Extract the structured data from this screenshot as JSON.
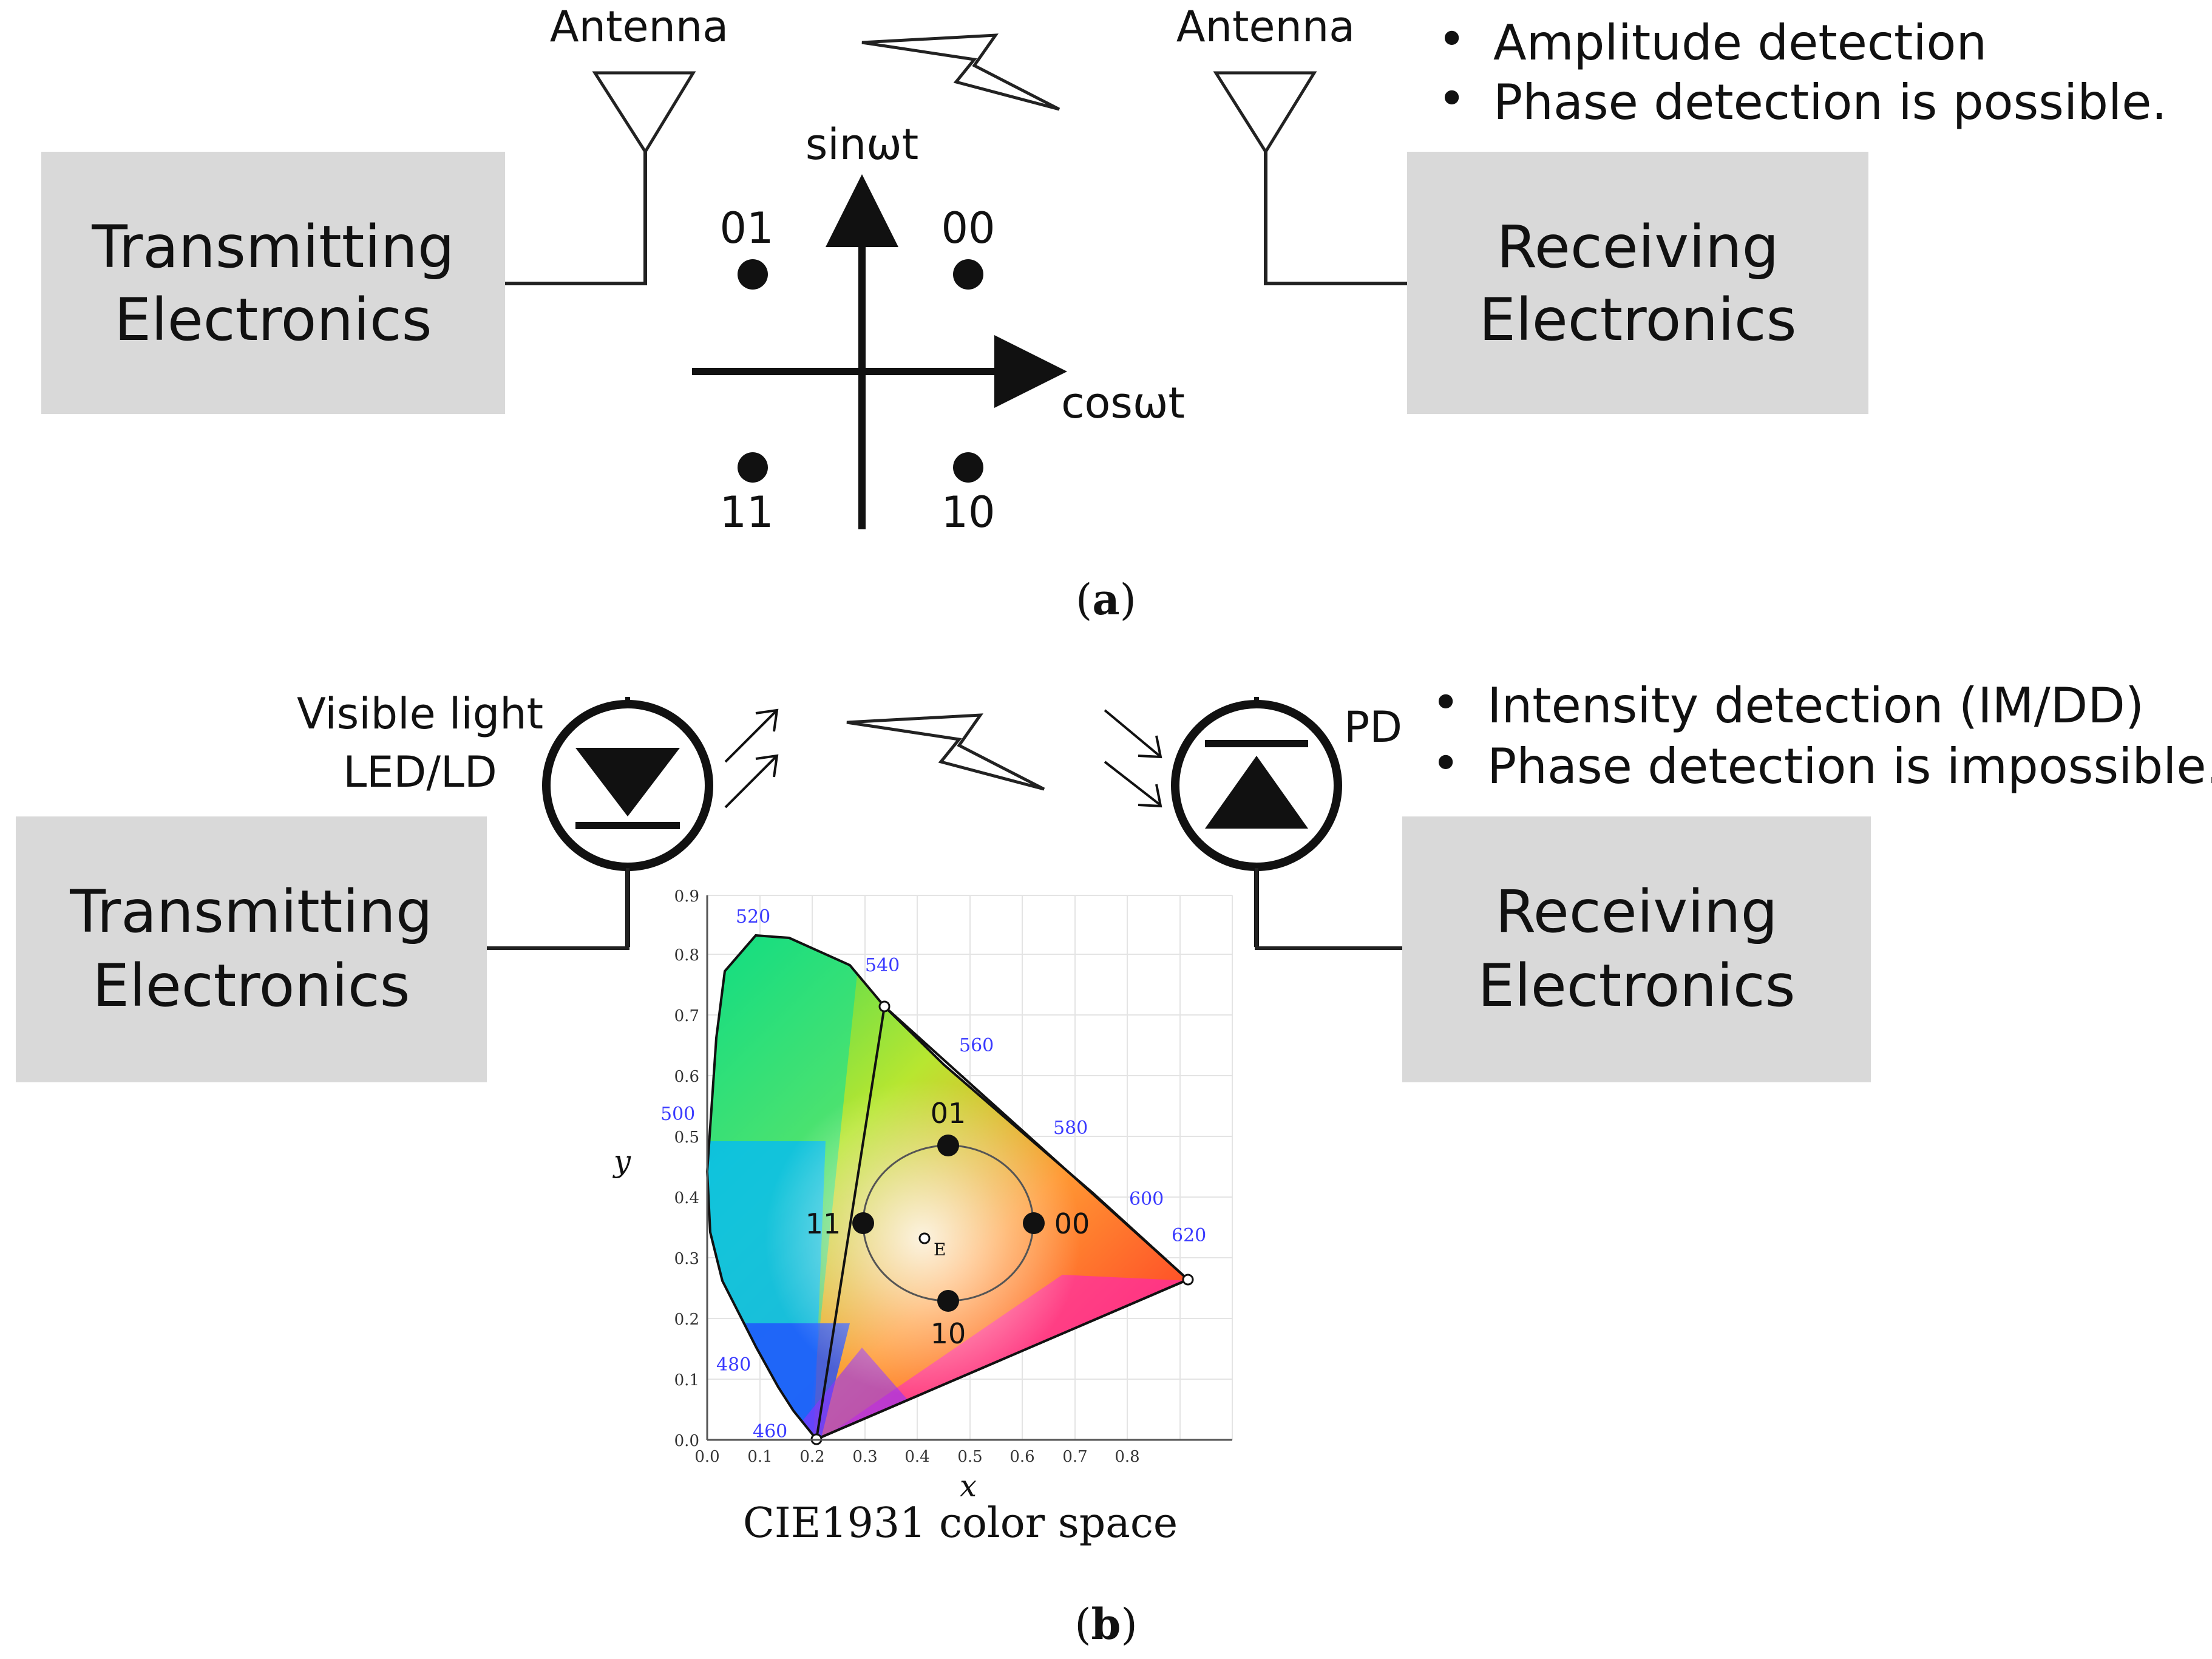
{
  "panel_a": {
    "tx_box": [
      "Transmitting",
      "Electronics"
    ],
    "rx_box": [
      "Receiving",
      "Electronics"
    ],
    "tx_antenna": "Antenna",
    "rx_antenna": "Antenna",
    "y_axis": "sinωt",
    "x_axis": "cosωt",
    "constellation": [
      "01",
      "00",
      "11",
      "10"
    ],
    "bullets": [
      "Amplitude detection",
      "Phase detection is possible."
    ],
    "caption_open": "(",
    "caption_letter": "a",
    "caption_close": ")"
  },
  "panel_b": {
    "tx_box": [
      "Transmitting",
      "Electronics"
    ],
    "rx_box": [
      "Receiving",
      "Electronics"
    ],
    "source_label": [
      "Visible light",
      "LED/LD"
    ],
    "detector_label": "PD",
    "bullets": [
      "Intensity detection (IM/DD)",
      "Phase detection is impossible."
    ],
    "cie": {
      "caption": "CIE1931 color space",
      "x_label": "x",
      "y_label": "y",
      "x_ticks": [
        "0.0",
        "0.1",
        "0.2",
        "0.3",
        "0.4",
        "0.5",
        "0.6",
        "0.7",
        "0.8"
      ],
      "y_ticks": [
        "0.0",
        "0.1",
        "0.2",
        "0.3",
        "0.4",
        "0.5",
        "0.6",
        "0.7",
        "0.8",
        "0.9"
      ],
      "wavelengths": [
        "460",
        "480",
        "500",
        "520",
        "540",
        "560",
        "580",
        "600",
        "620"
      ],
      "white_point": "E",
      "symbols": [
        "01",
        "00",
        "11",
        "10"
      ]
    },
    "caption_open": "(",
    "caption_letter": "b",
    "caption_close": ")"
  },
  "colors": {
    "box": "#d9d9d9",
    "ink": "#111111",
    "wavelength_label": "#3a3aff"
  }
}
